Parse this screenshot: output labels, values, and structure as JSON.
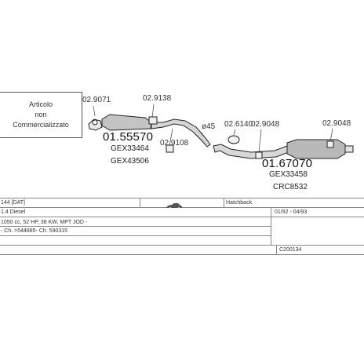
{
  "diagram": {
    "note": {
      "line1": "Articolo",
      "line2": "non",
      "line3": "Commercializzato"
    },
    "part_refs": {
      "r1": "02.9071",
      "r2": "02.9138",
      "r3": "02.9108",
      "r4": "02.6140",
      "r5": "02.9048",
      "r6": "02.9048"
    },
    "diameter_label": "ø45",
    "front_section": {
      "main": "01.55570",
      "alt1": "GEX33464",
      "alt2": "GEX43506"
    },
    "rear_section": {
      "main": "01.67070",
      "alt1": "GEX33458",
      "alt2": "CRC8532"
    }
  },
  "table": {
    "model": "144 [DAT]",
    "body_type": "Hatchback",
    "engine": "1.4 Diesel",
    "date_range": "01/92 - 04/93",
    "specs": "1050 cc, 52 HP, 38 KW, MPT JOD -",
    "chassis": "- Ch. >544885- Ch. 590315",
    "code": "C200134"
  },
  "colors": {
    "part": "#3a3a3a",
    "outline": "#222222",
    "line": "#888888"
  }
}
